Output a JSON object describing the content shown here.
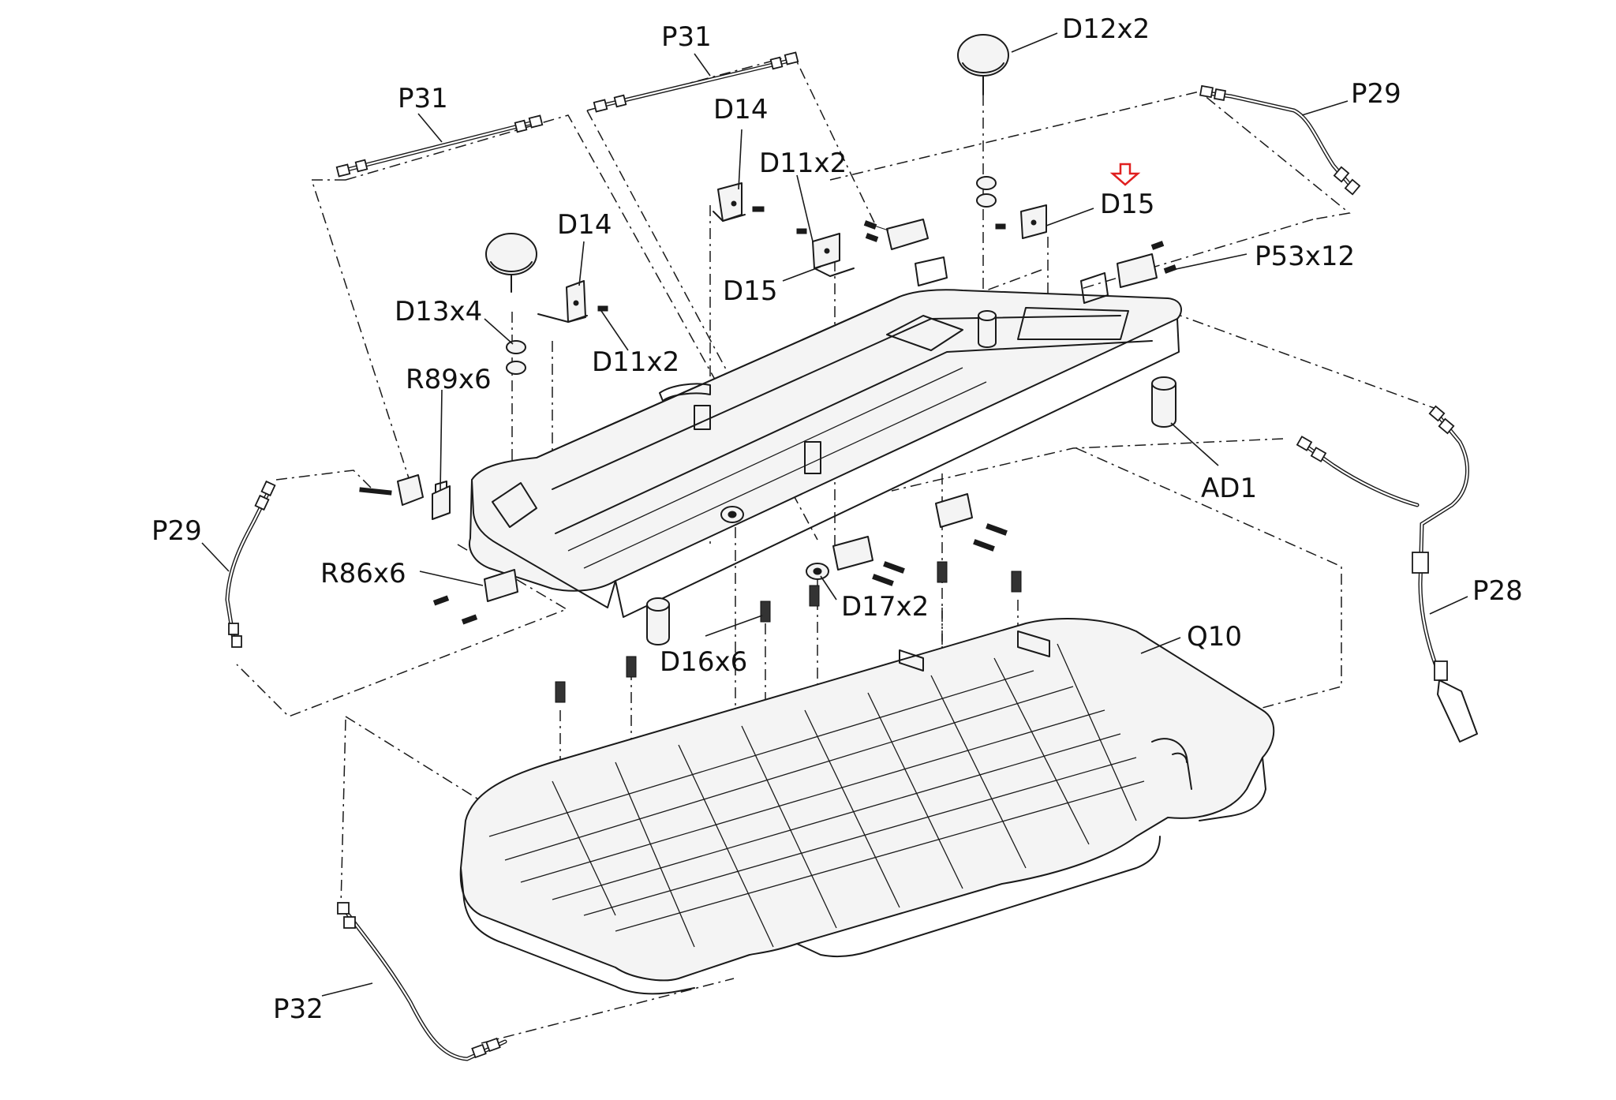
{
  "labels": {
    "p31_top": "P31",
    "p31_left": "P31",
    "d12": "D12x2",
    "p29_right": "P29",
    "d14_top": "D14",
    "d11_top": "D11x2",
    "d15_right": "D15",
    "d14_mid": "D14",
    "p53": "P53x12",
    "d13": "D13x4",
    "d15_mid": "D15",
    "d11_mid": "D11x2",
    "r89": "R89x6",
    "ad1": "AD1",
    "p29_left": "P29",
    "r86": "R86x6",
    "d17": "D17x2",
    "p28": "P28",
    "q10": "Q10",
    "d16": "D16x6",
    "p32": "P32"
  },
  "highlight": {
    "target": "D15",
    "color": "#e02020"
  },
  "colors": {
    "line": "#1a1a1a",
    "background": "#ffffff"
  }
}
